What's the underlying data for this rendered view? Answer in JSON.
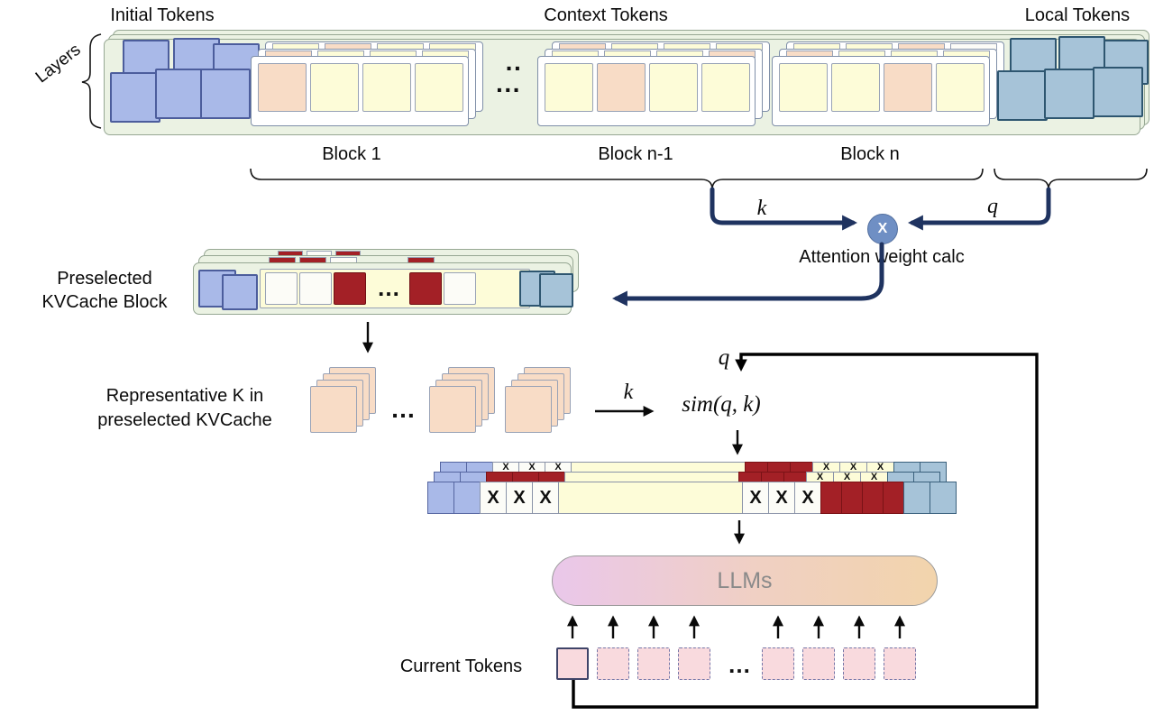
{
  "palette": {
    "band_green": "#ebf2e3",
    "periwinkle": "#a9b9e8",
    "steel_blue": "#a6c3d8",
    "pale_yellow": "#fdfcd8",
    "peach": "#f8dcc6",
    "dark_red": "#a32026",
    "pink": "#f9dade",
    "navy": "#1f3360",
    "node_blue": "#6f8fc4",
    "llm_left": "#eac7ea",
    "llm_right": "#f2d4ac"
  },
  "top": {
    "initial_label": "Initial Tokens",
    "context_label": "Context Tokens",
    "local_label": "Local Tokens",
    "layers_label": "Layers",
    "blocks": {
      "b1": "Block 1",
      "b2": "Block n-1",
      "b3": "Block n"
    },
    "dots_pair": "··",
    "dots_triple": "···"
  },
  "attention": {
    "k": "k",
    "q": "q",
    "x": "X",
    "caption": "Attention weight calc"
  },
  "preselected": {
    "line1": "Preselected",
    "line2": "KVCache Block",
    "dots": "…"
  },
  "representative": {
    "line1": "Representative K in",
    "line2": "preselected KVCache",
    "dots": "…",
    "k": "k",
    "sim": "sim(q, k)",
    "q": "q"
  },
  "selection": {
    "x": "X"
  },
  "llm": {
    "label": "LLMs"
  },
  "current": {
    "label": "Current Tokens",
    "dots": "…"
  }
}
